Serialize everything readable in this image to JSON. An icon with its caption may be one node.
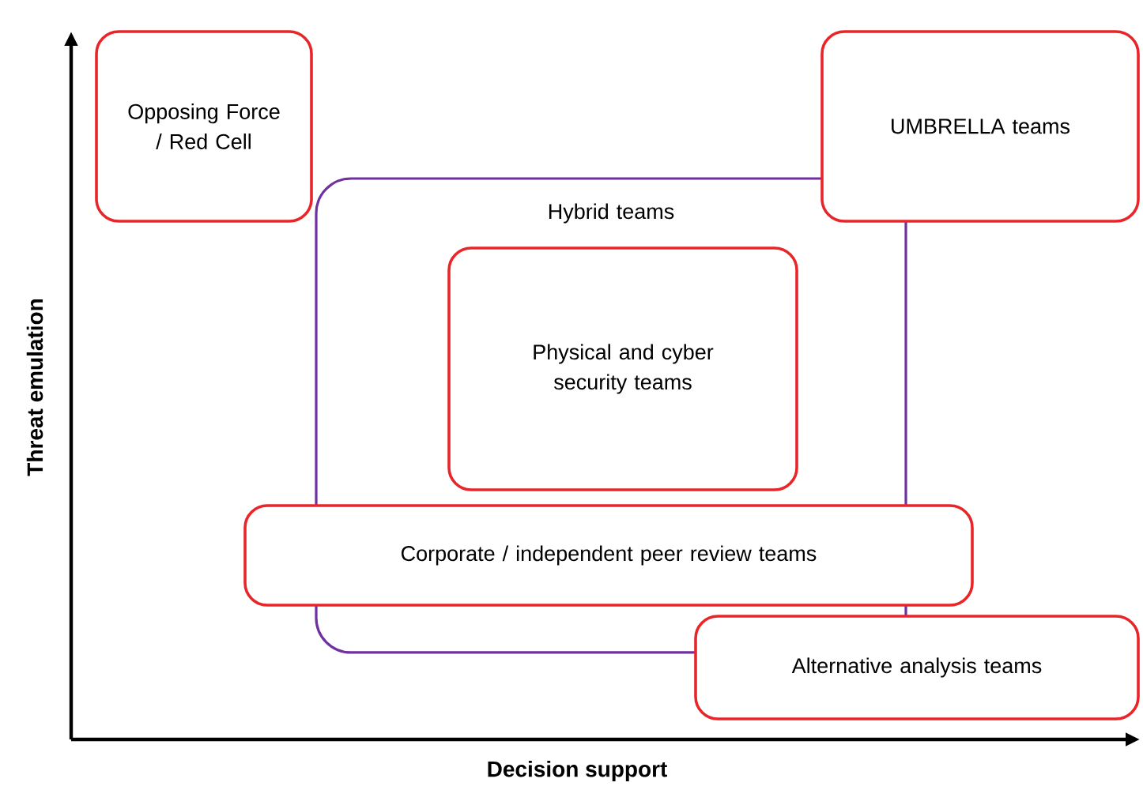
{
  "diagram": {
    "nodes": [
      {
        "text": [
          "Opposing Force / Red Cell"
        ]
      },
      {
        "text": [
          "UMBRELLA teams"
        ]
      },
      {
        "text": [
          "Hybrid teams"
        ]
      },
      {
        "text": [
          "Physical and cyber security teams"
        ],
        "in": 2
      },
      {
        "text": [
          "Corporate / independent peer review teams"
        ]
      },
      {
        "text": [
          "Alternative analysis teams"
        ]
      }
    ],
    "labels": [
      "Threat emulation",
      "Decision support"
    ]
  }
}
